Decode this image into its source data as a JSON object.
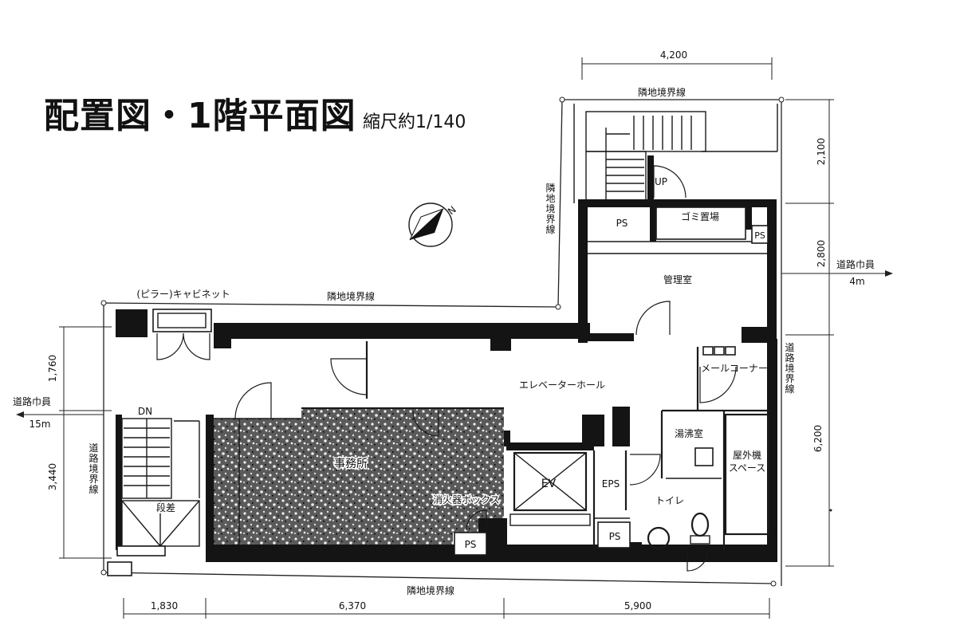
{
  "title": "配置図・1階平面図",
  "scale": "縮尺約1/140",
  "north_label": "N",
  "dimensions": {
    "top": "4,200",
    "right_upper": "2,100",
    "right_middle": "2,800",
    "right_lower": "6,200",
    "left_upper": "1,760",
    "left_lower": "3,440",
    "bottom_left": "1,830",
    "bottom_middle": "6,370",
    "bottom_right": "5,900"
  },
  "boundaries": {
    "top": "隣地境界線",
    "left_upper": "隣地境界線",
    "middle": "隣地境界線",
    "bottom": "隣地境界線",
    "right_road": "道路境界線",
    "left_road": "道路境界線"
  },
  "roads": {
    "right": {
      "label": "道路巾員",
      "width": "4m"
    },
    "left": {
      "label": "道路巾員",
      "width": "15m"
    }
  },
  "rooms": {
    "up": "UP",
    "ps_upper_left": "PS",
    "garbage": "ゴミ置場",
    "ps_upper_right": "PS",
    "management": "管理室",
    "cabinet": "(ピラー)キャビネット",
    "mail_corner": "メールコーナー",
    "elevator_hall": "エレベーターホール",
    "dn": "DN",
    "office": "事務所",
    "fire_box": "消火器ボックス",
    "step": "段差",
    "kitchenette": "湯沸室",
    "outdoor_unit": [
      "屋外機",
      "スペース"
    ],
    "ev": "EV",
    "eps": "EPS",
    "toilet": "トイレ",
    "ps_office": "PS",
    "ps_lower": "PS"
  }
}
